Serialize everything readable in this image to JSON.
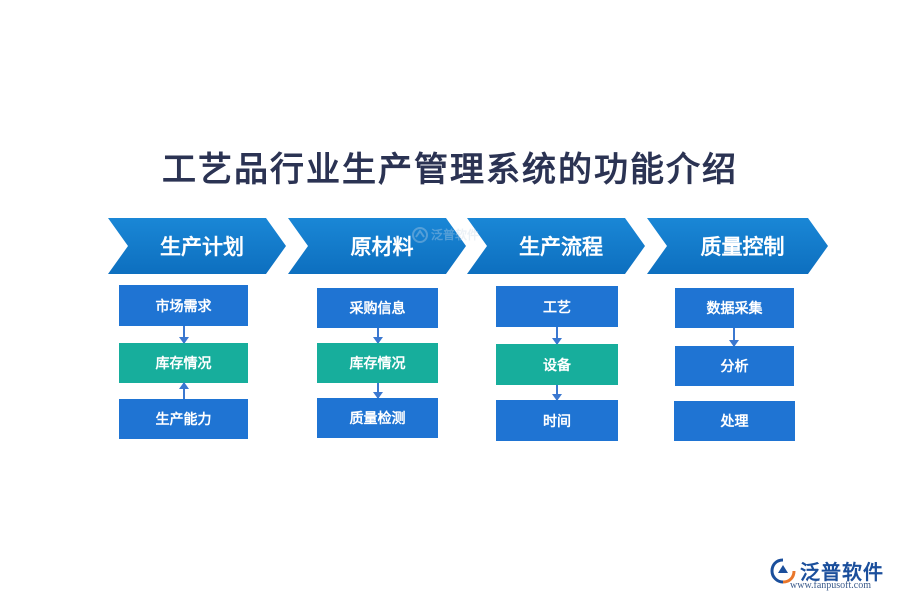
{
  "title": "工艺品行业生产管理系统的功能介绍",
  "columns": [
    {
      "header": "生产计划",
      "items": [
        "市场需求",
        "库存情况",
        "生产能力"
      ]
    },
    {
      "header": "原材料",
      "items": [
        "采购信息",
        "库存情况",
        "质量检测"
      ]
    },
    {
      "header": "生产流程",
      "items": [
        "工艺",
        "设备",
        "时间"
      ]
    },
    {
      "header": "质量控制",
      "items": [
        "数据采集",
        "分析",
        "处理"
      ]
    }
  ],
  "colors": {
    "chevron": "#0d6fbf",
    "box_blue": "#1f74d3",
    "box_teal": "#17ae9c",
    "title": "#2b3353"
  },
  "watermark": {
    "text": "泛普软件"
  },
  "logo": {
    "text": "泛普软件",
    "url": "www.fanpusoft.com"
  }
}
